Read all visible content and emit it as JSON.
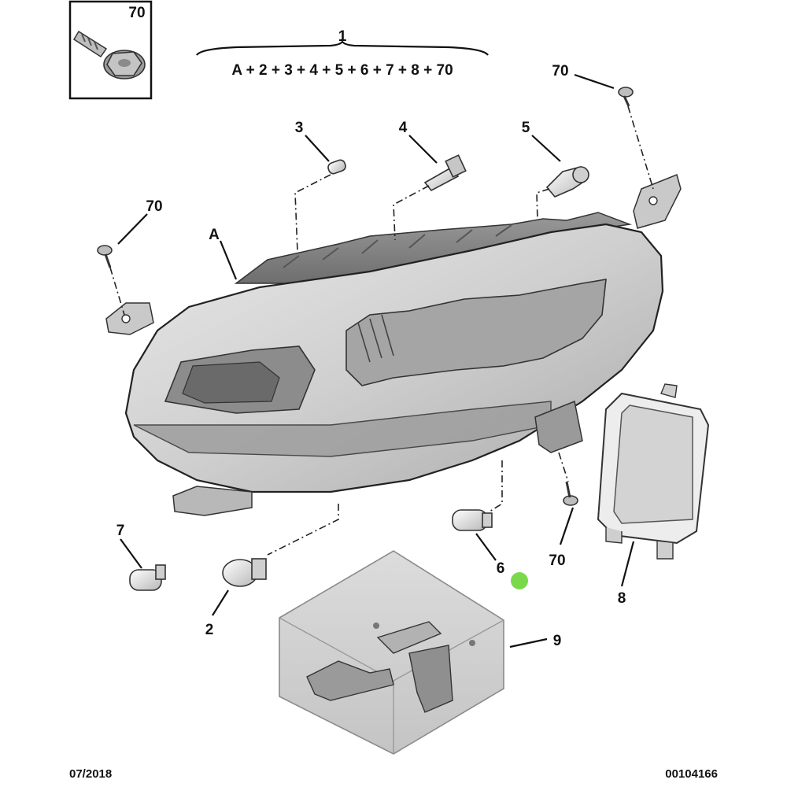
{
  "fastener_box": {
    "part_number": "70"
  },
  "assembly": {
    "number": "1",
    "formula": "A + 2 + 3 + 4 + 5 + 6 + 7 + 8 + 70"
  },
  "callouts": {
    "headlamp": "A",
    "bulb_2": "2",
    "bulb_3": "3",
    "bulb_4": "4",
    "bulb_5": "5",
    "bulb_6": "6",
    "bulb_7": "7",
    "cover_8": "8",
    "bracket_kit_9": "9",
    "screw_top_right": "70",
    "screw_left": "70",
    "screw_bottom": "70"
  },
  "selection_marker": {
    "color": "#7ad94a"
  },
  "footer": {
    "date": "07/2018",
    "diagram_code": "00104166"
  }
}
